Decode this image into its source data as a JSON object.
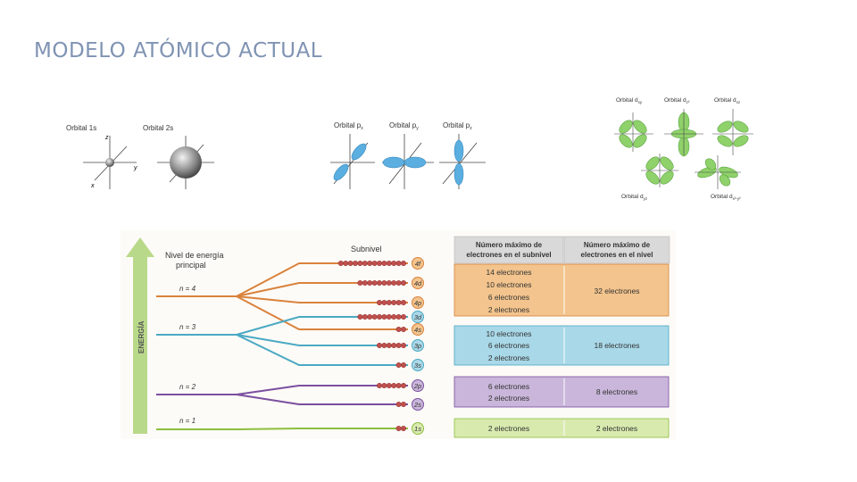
{
  "slide": {
    "title": "MODELO ATÓMICO ACTUAL"
  },
  "orbitals_s": {
    "label_1s": "Orbital 1s",
    "label_2s": "Orbital 2s",
    "axis_z": "z",
    "axis_y": "y",
    "axis_x": "x"
  },
  "orbitals_p": {
    "label_px": "Orbital p",
    "sub_px": "x",
    "label_py": "Orbital p",
    "sub_py": "y",
    "label_pz": "Orbital p",
    "sub_pz": "z"
  },
  "orbitals_d": {
    "label_dxy": "Orbital d",
    "sub_dxy": "xy",
    "label_dyz": "Orbital d",
    "sub_dyz": "z²",
    "label_dxz": "Orbital d",
    "sub_dxz": "xz",
    "label_dyz2": "Orbital d",
    "sub_dyz2": "yz",
    "label_dx2y2": "Orbital d",
    "sub_dx2y2": "x²-y²"
  },
  "energy_diagram": {
    "axis_label": "ENERGÍA",
    "header_level": "Nivel de energía",
    "header_level2": "principal",
    "header_sublevel": "Subnivel",
    "col_sub_1": "Número máximo de",
    "col_sub_2": "electrones en el subnivel",
    "col_lvl_1": "Número máximo de",
    "col_lvl_2": "electrones en el nivel",
    "levels": [
      "n = 4",
      "n = 3",
      "n = 2",
      "n = 1"
    ],
    "sublevels": [
      "4f",
      "4d",
      "4p",
      "3d",
      "4s",
      "3p",
      "3s",
      "2p",
      "2s",
      "1s"
    ],
    "rows": [
      {
        "sub": [
          "14 electrones",
          "10 electrones",
          "6 electrones",
          "2 electrones"
        ],
        "total": "32 electrones"
      },
      {
        "sub": [
          "10 electrones",
          "6 electrones",
          "2 electrones"
        ],
        "total": "18 electrones"
      },
      {
        "sub": [
          "6 electrones",
          "2 electrones"
        ],
        "total": "8 electrones"
      },
      {
        "sub": [
          "2 electrones"
        ],
        "total": "2 electrones"
      }
    ],
    "colors": {
      "n4": "#d9823c",
      "n3": "#4aa9c4",
      "n2": "#7a4fa0",
      "n1": "#8cbf3f",
      "box4": "#f3c48d",
      "box3": "#a9d8e8",
      "box2": "#c9b6da",
      "box1": "#d8eaae",
      "header": "#d9d9d9",
      "electron": "#c0504d",
      "arrow": "#b9d98a"
    }
  }
}
